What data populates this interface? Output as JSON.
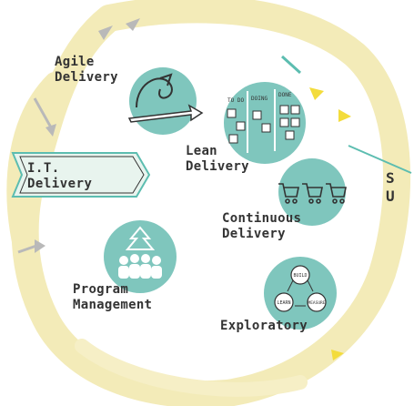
{
  "diagram": {
    "center_tag": "I.T.\nDelivery",
    "nodes": [
      {
        "id": "agile",
        "label": "Agile\nDelivery",
        "icon": "boomerang-arrow-icon"
      },
      {
        "id": "lean",
        "label": "Lean\nDelivery",
        "icon": "kanban-board-icon"
      },
      {
        "id": "continuous",
        "label": "Continuous\nDelivery",
        "icon": "shopping-carts-icon"
      },
      {
        "id": "program",
        "label": "Program\nManagement",
        "icon": "people-tree-icon"
      },
      {
        "id": "exploratory",
        "label": "Exploratory",
        "icon": "build-cycle-icon"
      }
    ],
    "kanban_headers": [
      "TO DO",
      "DOING",
      "DONE"
    ],
    "cycle_words": [
      "BUILD",
      "LEARN",
      "MEASURE"
    ],
    "edge_letters": "S\nU",
    "colors": {
      "ring": "#f3ebb8",
      "circle": "#7fc6bd",
      "teal_accent": "#5cbdb0",
      "arrow_yellow": "#f3dc3c",
      "arrow_gray": "#b9b9b9",
      "text": "#333333"
    }
  }
}
